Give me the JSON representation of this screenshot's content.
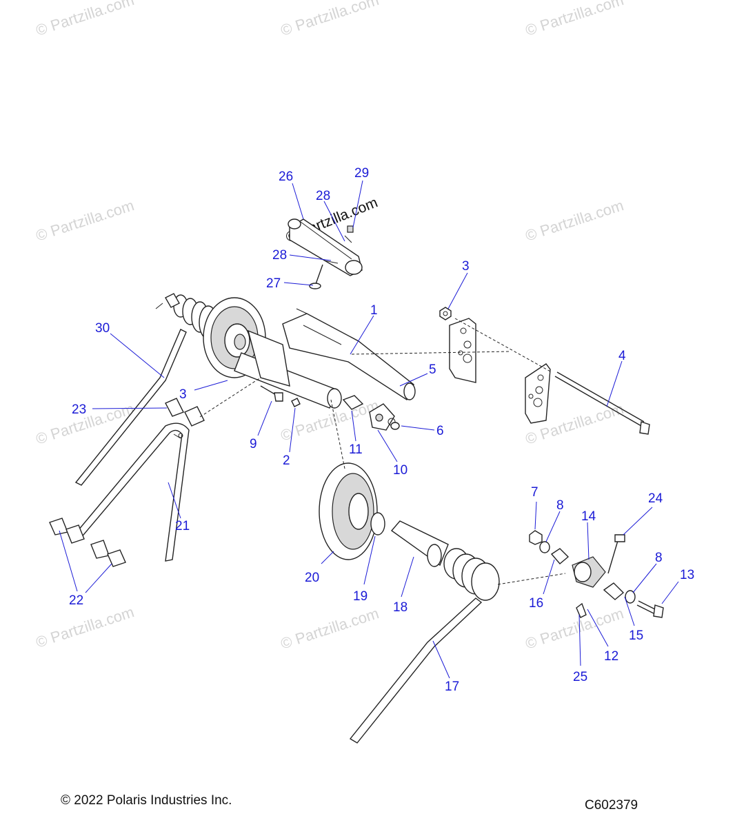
{
  "watermark": "© Partzilla.com",
  "callouts": [
    "26",
    "29",
    "28",
    "28",
    "27",
    "3",
    "1",
    "30",
    "5",
    "4",
    "3",
    "23",
    "9",
    "2",
    "11",
    "6",
    "10",
    "21",
    "7",
    "8",
    "24",
    "14",
    "22",
    "20",
    "19",
    "18",
    "16",
    "8",
    "13",
    "15",
    "12",
    "25",
    "17"
  ],
  "footer": {
    "copyright": "© 2022 Polaris Industries Inc.",
    "drawing_code": "C602379"
  }
}
